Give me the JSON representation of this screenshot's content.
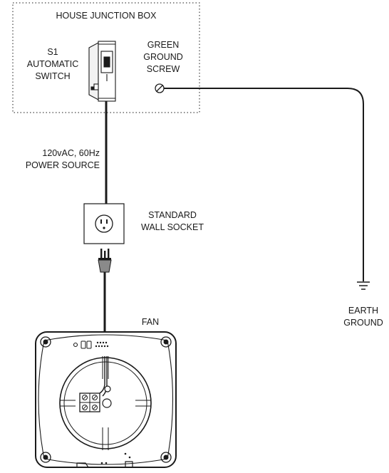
{
  "junction_box": {
    "title": "HOUSE JUNCTION BOX",
    "switch_label": [
      "S1",
      "AUTOMATIC",
      "SWITCH"
    ],
    "ground_screw_label": [
      "GREEN",
      "GROUND",
      "SCREW"
    ]
  },
  "power_source_label": [
    "120vAC, 60Hz",
    "POWER SOURCE"
  ],
  "wall_socket_label": [
    "STANDARD",
    "WALL SOCKET"
  ],
  "earth_ground_label": [
    "EARTH",
    "GROUND"
  ],
  "fan_label": "FAN",
  "icons": {
    "switch": "switch-icon",
    "ground_screw": "ground-screw-icon",
    "socket": "wall-socket-icon",
    "plug": "plug-icon",
    "earth_ground": "earth-ground-icon",
    "fan": "fan-unit-icon"
  },
  "colors": {
    "line": "#1a1a1a",
    "plug_fill": "#8a8a8a",
    "background": "#ffffff"
  }
}
